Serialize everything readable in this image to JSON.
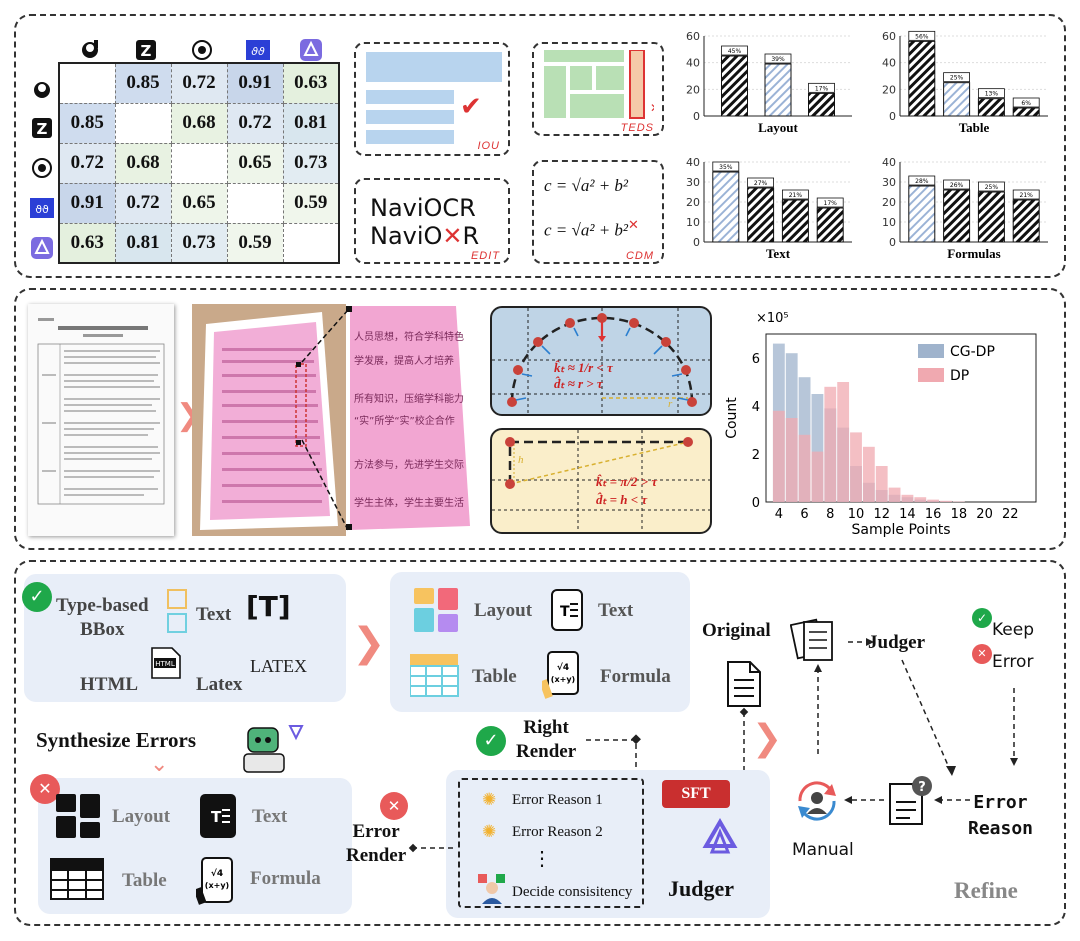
{
  "panel1": {
    "matrix": {
      "rows": [
        [
          "",
          "0.85",
          "0.72",
          "0.91",
          "0.63"
        ],
        [
          "0.85",
          "",
          "0.68",
          "0.72",
          "0.81"
        ],
        [
          "0.72",
          "0.68",
          "",
          "0.65",
          "0.73"
        ],
        [
          "0.91",
          "0.72",
          "0.65",
          "",
          "0.59"
        ],
        [
          "0.63",
          "0.81",
          "0.73",
          "0.59",
          ""
        ]
      ]
    },
    "metrics": {
      "iou": "IOU",
      "teds": "TEDS",
      "edit": "EDIT",
      "cdm": "CDM"
    },
    "edit_text": {
      "line1": "NaviOCR",
      "line2_prefix": "NaviO",
      "line2_suffix": "R"
    },
    "formula": {
      "line1": "c = √a² + b²",
      "line2": "c = √a² + b²"
    }
  },
  "chart_data": [
    {
      "type": "bar",
      "title": "Layout",
      "ylim": [
        0,
        60
      ],
      "yticks": [
        0,
        20,
        40,
        60
      ],
      "values": [
        45,
        39,
        17
      ],
      "labels": [
        "45%",
        "39%",
        "17%"
      ],
      "colors": [
        "#000000",
        "#9bb3d6",
        "#000000"
      ]
    },
    {
      "type": "bar",
      "title": "Table",
      "ylim": [
        0,
        60
      ],
      "yticks": [
        0,
        20,
        40,
        60
      ],
      "values": [
        56,
        25,
        13,
        6
      ],
      "labels": [
        "56%",
        "25%",
        "13%",
        "6%"
      ],
      "colors": [
        "#000000",
        "#9bb3d6",
        "#000000",
        "#000000"
      ]
    },
    {
      "type": "bar",
      "title": "Text",
      "ylim": [
        0,
        40
      ],
      "yticks": [
        0,
        10,
        20,
        30,
        40
      ],
      "values": [
        35,
        27,
        21,
        17
      ],
      "labels": [
        "35%",
        "27%",
        "21%",
        "17%"
      ],
      "colors": [
        "#9bb3d6",
        "#000000",
        "#000000",
        "#000000"
      ]
    },
    {
      "type": "bar",
      "title": "Formulas",
      "ylim": [
        0,
        40
      ],
      "yticks": [
        0,
        10,
        20,
        30,
        40
      ],
      "values": [
        28,
        26,
        25,
        21
      ],
      "labels": [
        "28%",
        "26%",
        "25%",
        "21%"
      ],
      "colors": [
        "#9bb3d6",
        "#000000",
        "#000000",
        "#000000"
      ]
    },
    {
      "type": "bar",
      "ylabel": "Count",
      "xlabel": "Sample Points",
      "scale": "×10⁵",
      "ylim": [
        0,
        7
      ],
      "yticks": [
        0,
        2,
        4,
        6
      ],
      "xticks": [
        4,
        6,
        8,
        10,
        12,
        14,
        16,
        18,
        20,
        22
      ],
      "x": [
        4,
        5,
        6,
        7,
        8,
        9,
        10,
        11,
        12,
        13,
        14,
        15,
        16,
        17,
        18
      ],
      "series": [
        {
          "name": "CG-DP",
          "color": "#9fb3cc",
          "values": [
            6.6,
            6.2,
            5.2,
            4.5,
            3.9,
            3.1,
            1.5,
            0.8,
            0.5,
            0.3,
            0.2,
            0.1,
            0.05,
            0.02,
            0.01
          ]
        },
        {
          "name": "DP",
          "color": "#f0a9b0",
          "values": [
            3.8,
            3.5,
            2.8,
            2.1,
            4.8,
            5.0,
            2.9,
            2.3,
            1.5,
            0.6,
            0.3,
            0.2,
            0.1,
            0.05,
            0.02
          ]
        }
      ]
    }
  ],
  "panel2": {
    "circle_formula1": "k̂ₜ ≈ 1/r < τ",
    "circle_formula2": "d̂ₜ ≈ r > τ",
    "line_formula1": "k̂ₜ = π/2 > τ",
    "line_formula2": "d̂ₜ = h < τ",
    "r_label": "r",
    "h_label": "h"
  },
  "panel3": {
    "top_left": {
      "type_bbox": "Type-based\nBBox",
      "text": "Text",
      "html": "HTML",
      "latex": "Latex",
      "latex_logo": "LATEX"
    },
    "top_right": {
      "layout": "Layout",
      "text": "Text",
      "table": "Table",
      "formula": "Formula"
    },
    "synth": "Synthesize Errors",
    "bottom_left": {
      "layout": "Layout",
      "text": "Text",
      "table": "Table",
      "formula": "Formula"
    },
    "right_render": "Right\nRender",
    "error_render": "Error\nRender",
    "reasons": [
      "Error Reason 1",
      "Error Reason 2",
      "⋮",
      "Decide consisitency"
    ],
    "sft": "SFT",
    "judger_main": "Judger",
    "original": "Original",
    "judger_right": "Judger",
    "keep": "Keep",
    "error": "Error",
    "error_reason": "Error\nReason",
    "manual": "Manual",
    "refine": "Refine"
  }
}
